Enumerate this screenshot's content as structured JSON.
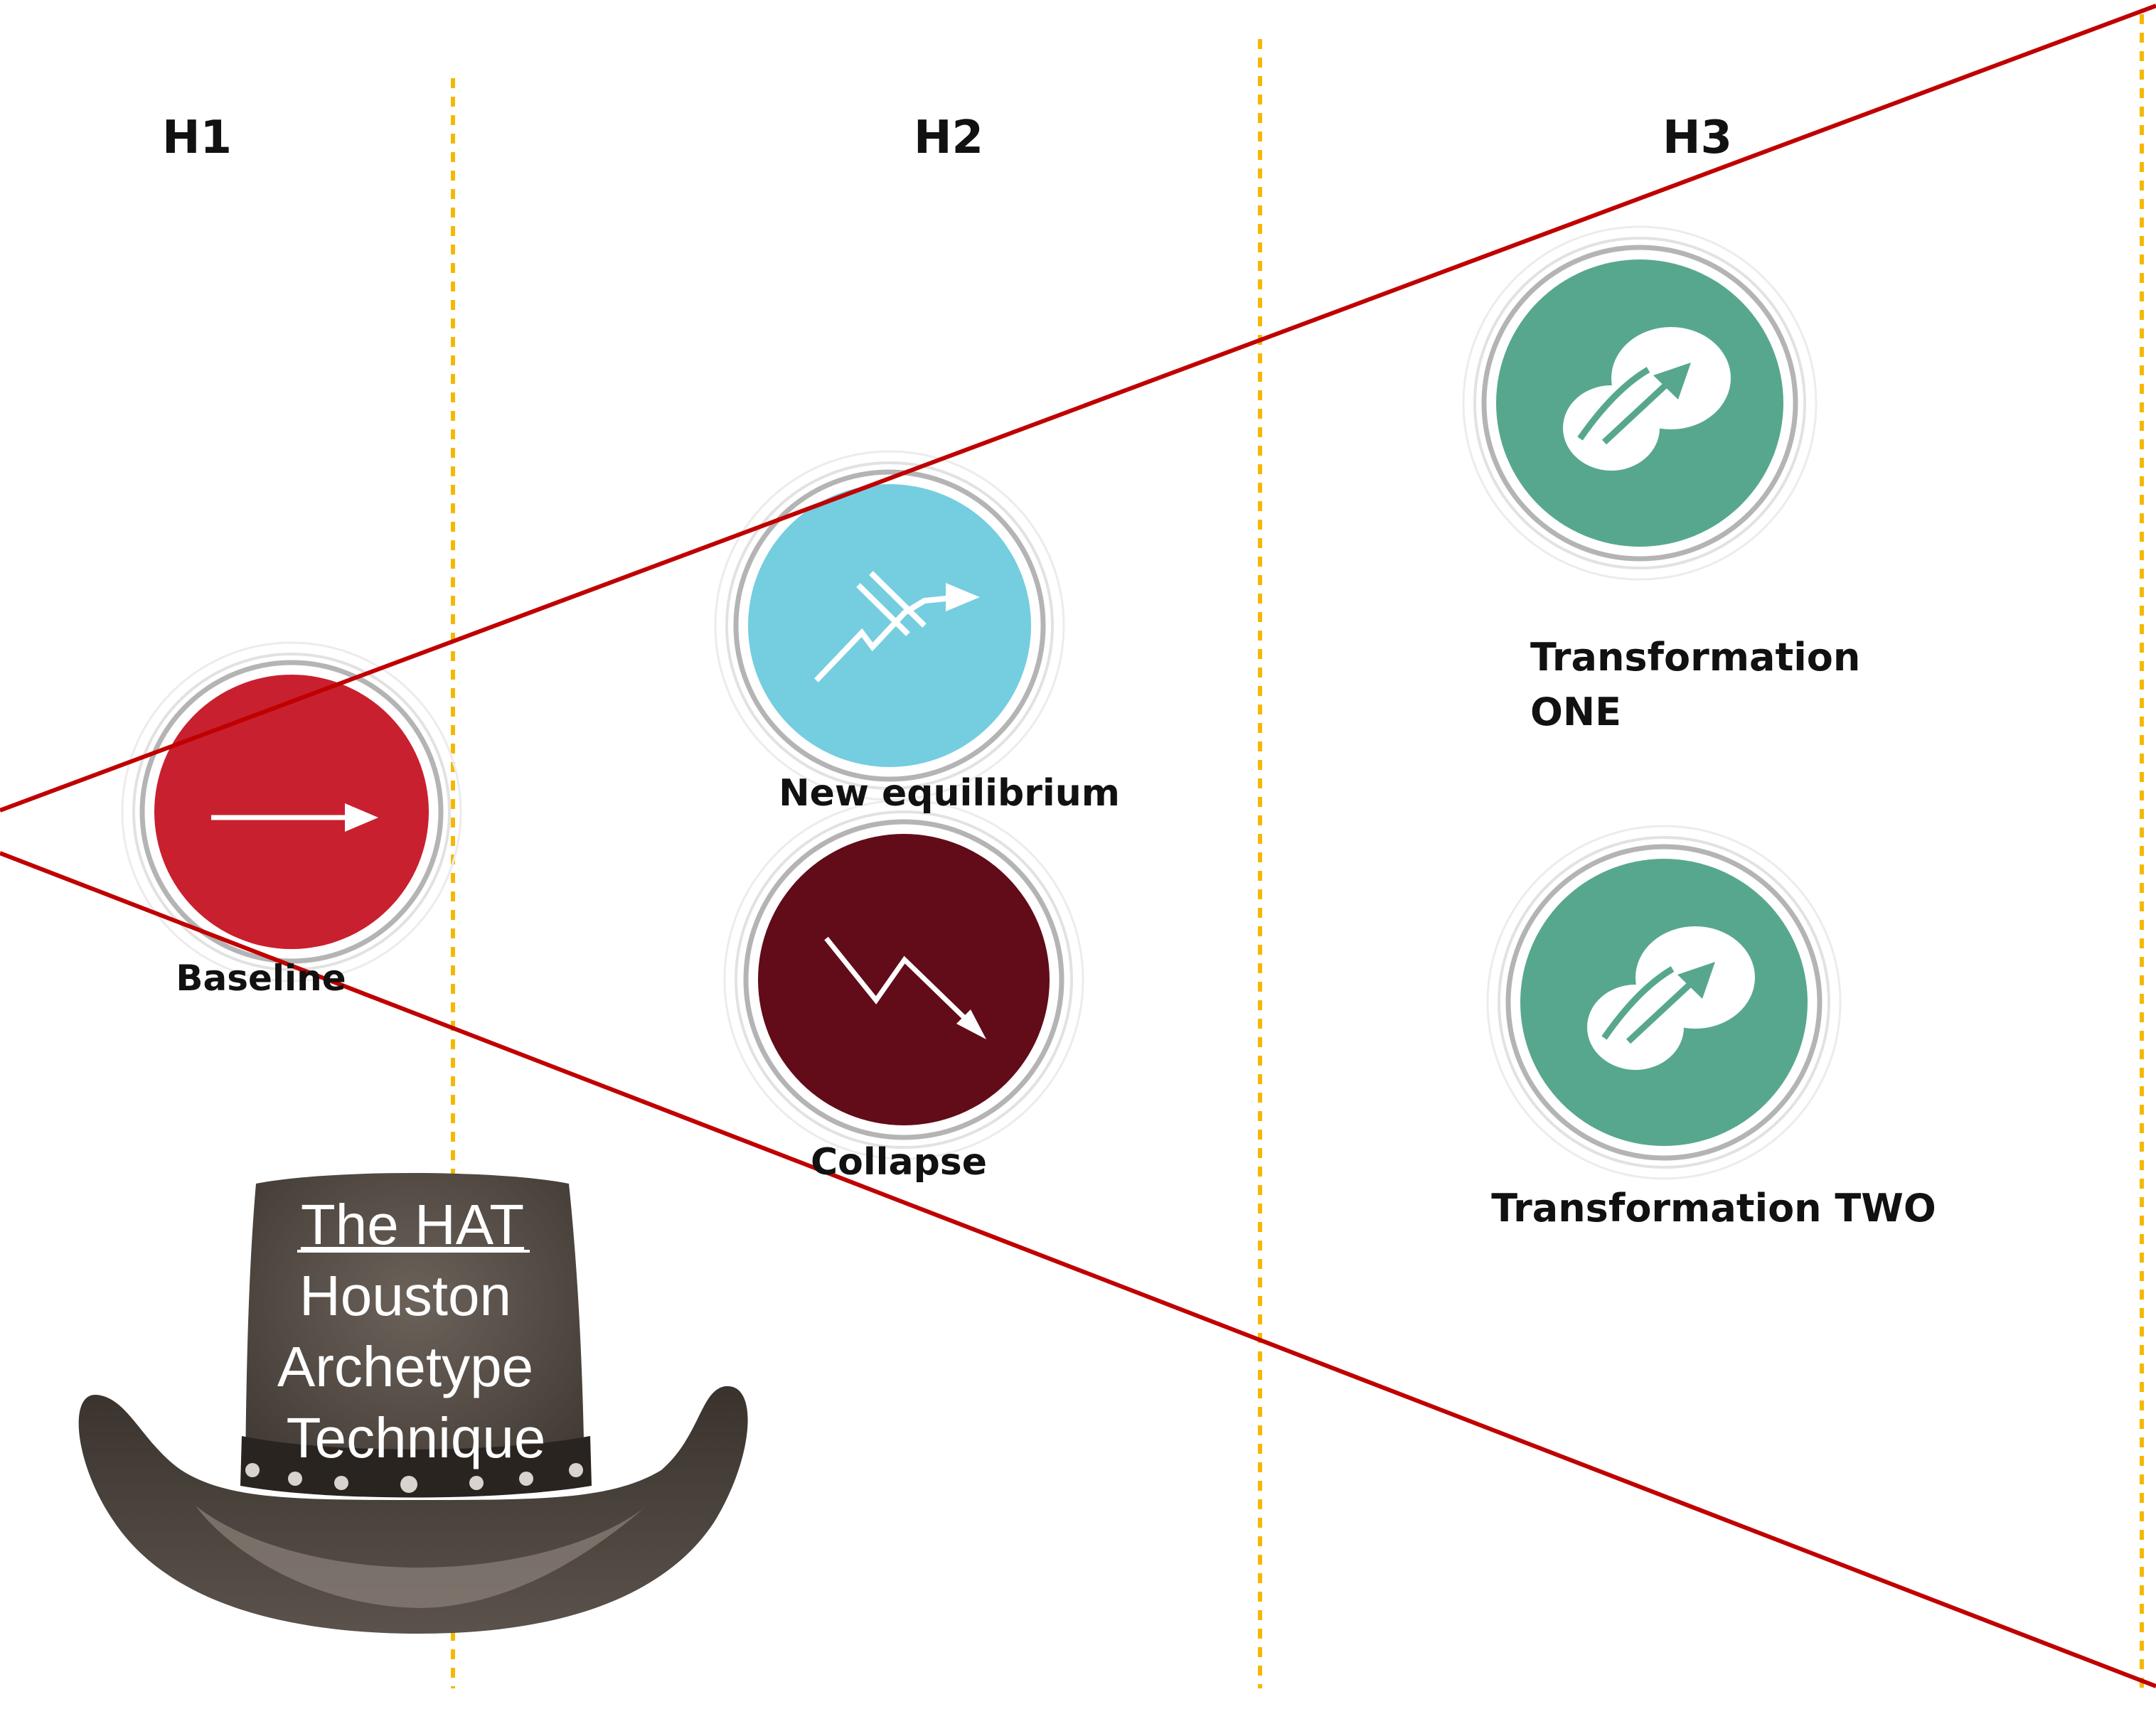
{
  "horizons": {
    "h1": "H1",
    "h2": "H2",
    "h3": "H3"
  },
  "archetypes": {
    "baseline": {
      "label": "Baseline",
      "color": "#c8202f",
      "icon": "right-arrow-icon"
    },
    "new_equilibrium": {
      "label": "New equilibrium",
      "color": "#75cde0",
      "icon": "plateau-arrow-icon"
    },
    "collapse": {
      "label": "Collapse",
      "color": "#620c19",
      "icon": "decline-arrow-icon"
    },
    "transformation_one": {
      "label_line1": "Transformation",
      "label_line2": "ONE",
      "color": "#57a78e",
      "icon": "transformation-icon"
    },
    "transformation_two": {
      "label": "Transformation TWO",
      "color": "#57a78e",
      "icon": "transformation-icon"
    }
  },
  "hat": {
    "line1": "The HAT",
    "line2": "Houston",
    "line3": "Archetype",
    "line4": "Technique"
  },
  "colors": {
    "cone": "#c00000",
    "divider": "#f5b800"
  }
}
